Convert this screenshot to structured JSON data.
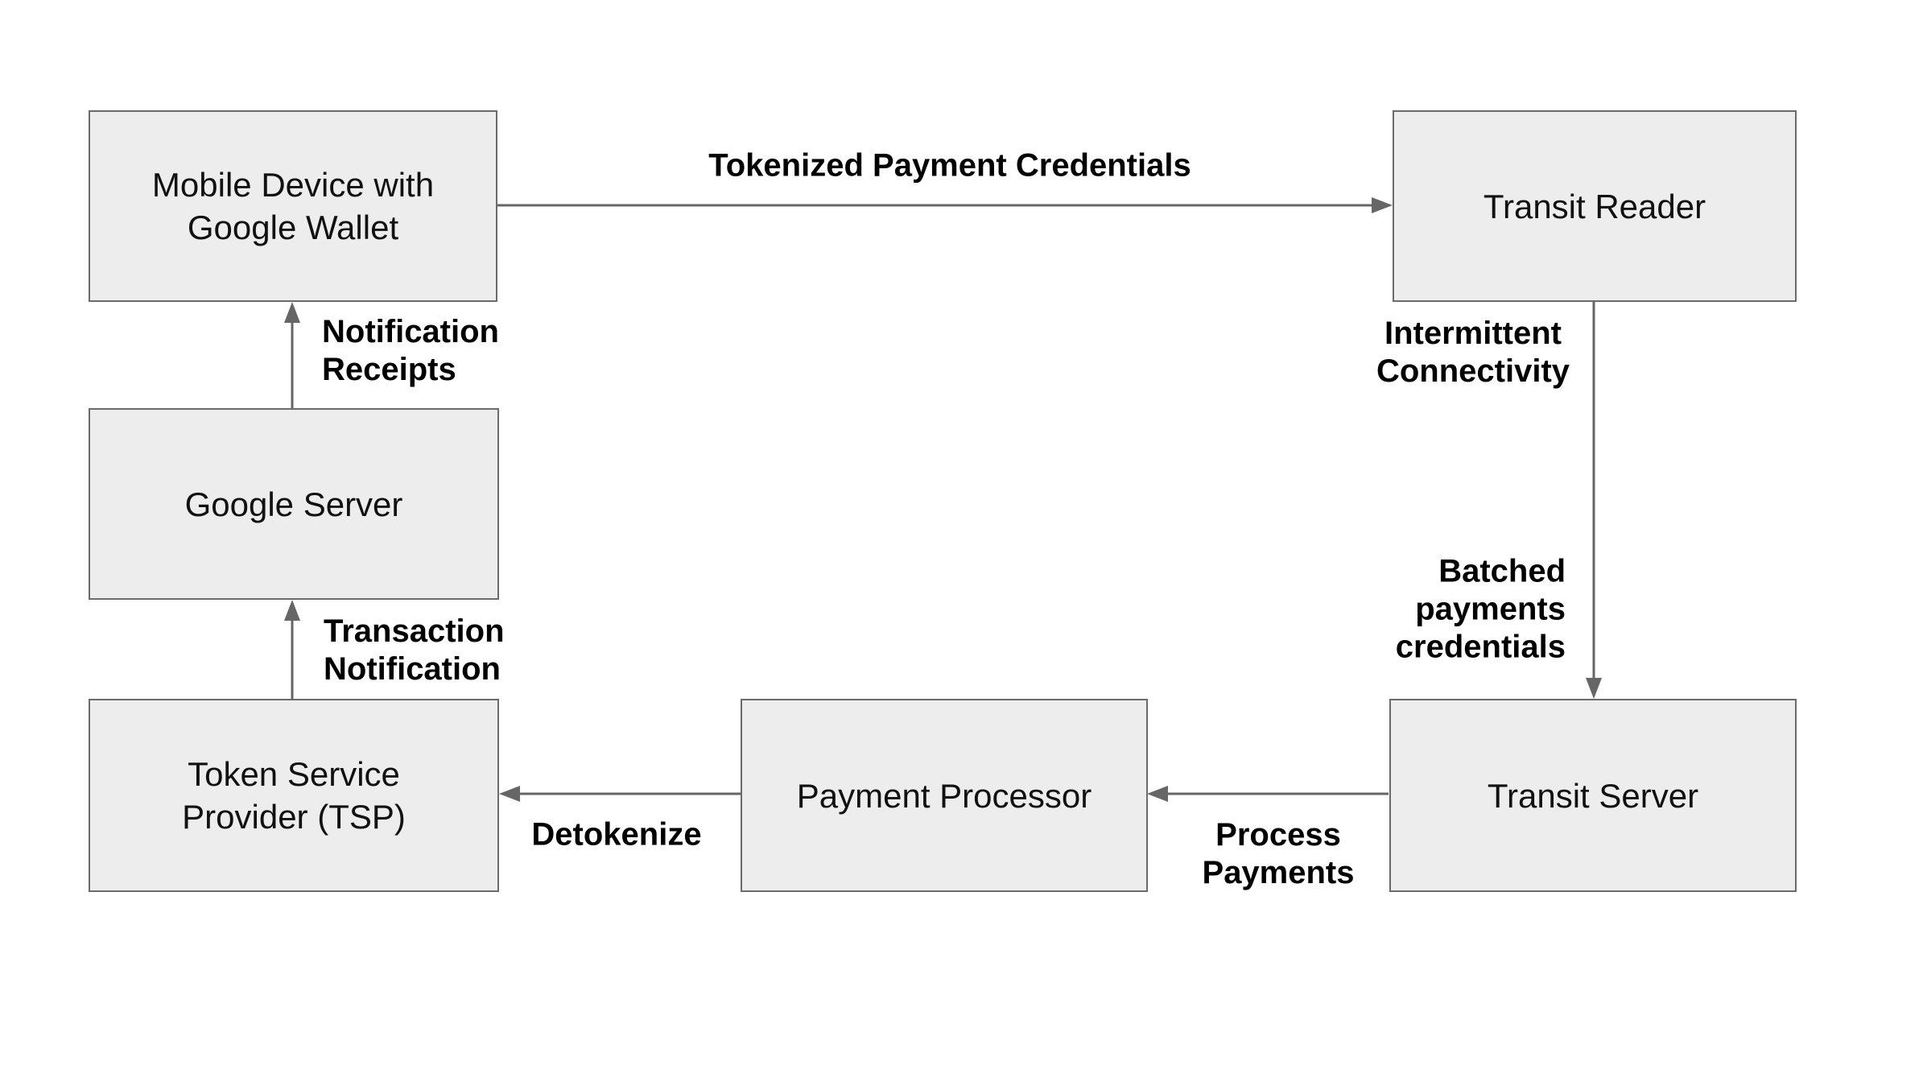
{
  "diagram": {
    "type": "flow-diagram",
    "background": "#ffffff"
  },
  "colors": {
    "node_fill": "#ededed",
    "node_border": "#6b6b6b",
    "arrow": "#666666",
    "node_text": "#111111",
    "edge_text": "#000000"
  },
  "nodes": {
    "mobile_device": {
      "label": "Mobile Device with\nGoogle Wallet"
    },
    "transit_reader": {
      "label": "Transit Reader"
    },
    "google_server": {
      "label": "Google Server"
    },
    "tsp": {
      "label": "Token Service\nProvider (TSP)"
    },
    "payment_processor": {
      "label": "Payment Processor"
    },
    "transit_server": {
      "label": "Transit Server"
    }
  },
  "edges": {
    "tokenized_payment_credentials": {
      "label": "Tokenized Payment Credentials",
      "from": "mobile_device",
      "to": "transit_reader"
    },
    "notification_receipts": {
      "label": "Notification\nReceipts",
      "from": "google_server",
      "to": "mobile_device"
    },
    "transaction_notification": {
      "label": "Transaction\nNotification",
      "from": "tsp",
      "to": "google_server"
    },
    "intermittent_connectivity": {
      "label": "Intermittent\nConnectivity",
      "from": "transit_reader",
      "to": "transit_server"
    },
    "batched_payments_credentials": {
      "label": "Batched\npayments\ncredentials",
      "from": "transit_reader",
      "to": "transit_server"
    },
    "process_payments": {
      "label": "Process\nPayments",
      "from": "transit_server",
      "to": "payment_processor"
    },
    "detokenize": {
      "label": "Detokenize",
      "from": "payment_processor",
      "to": "tsp"
    }
  }
}
